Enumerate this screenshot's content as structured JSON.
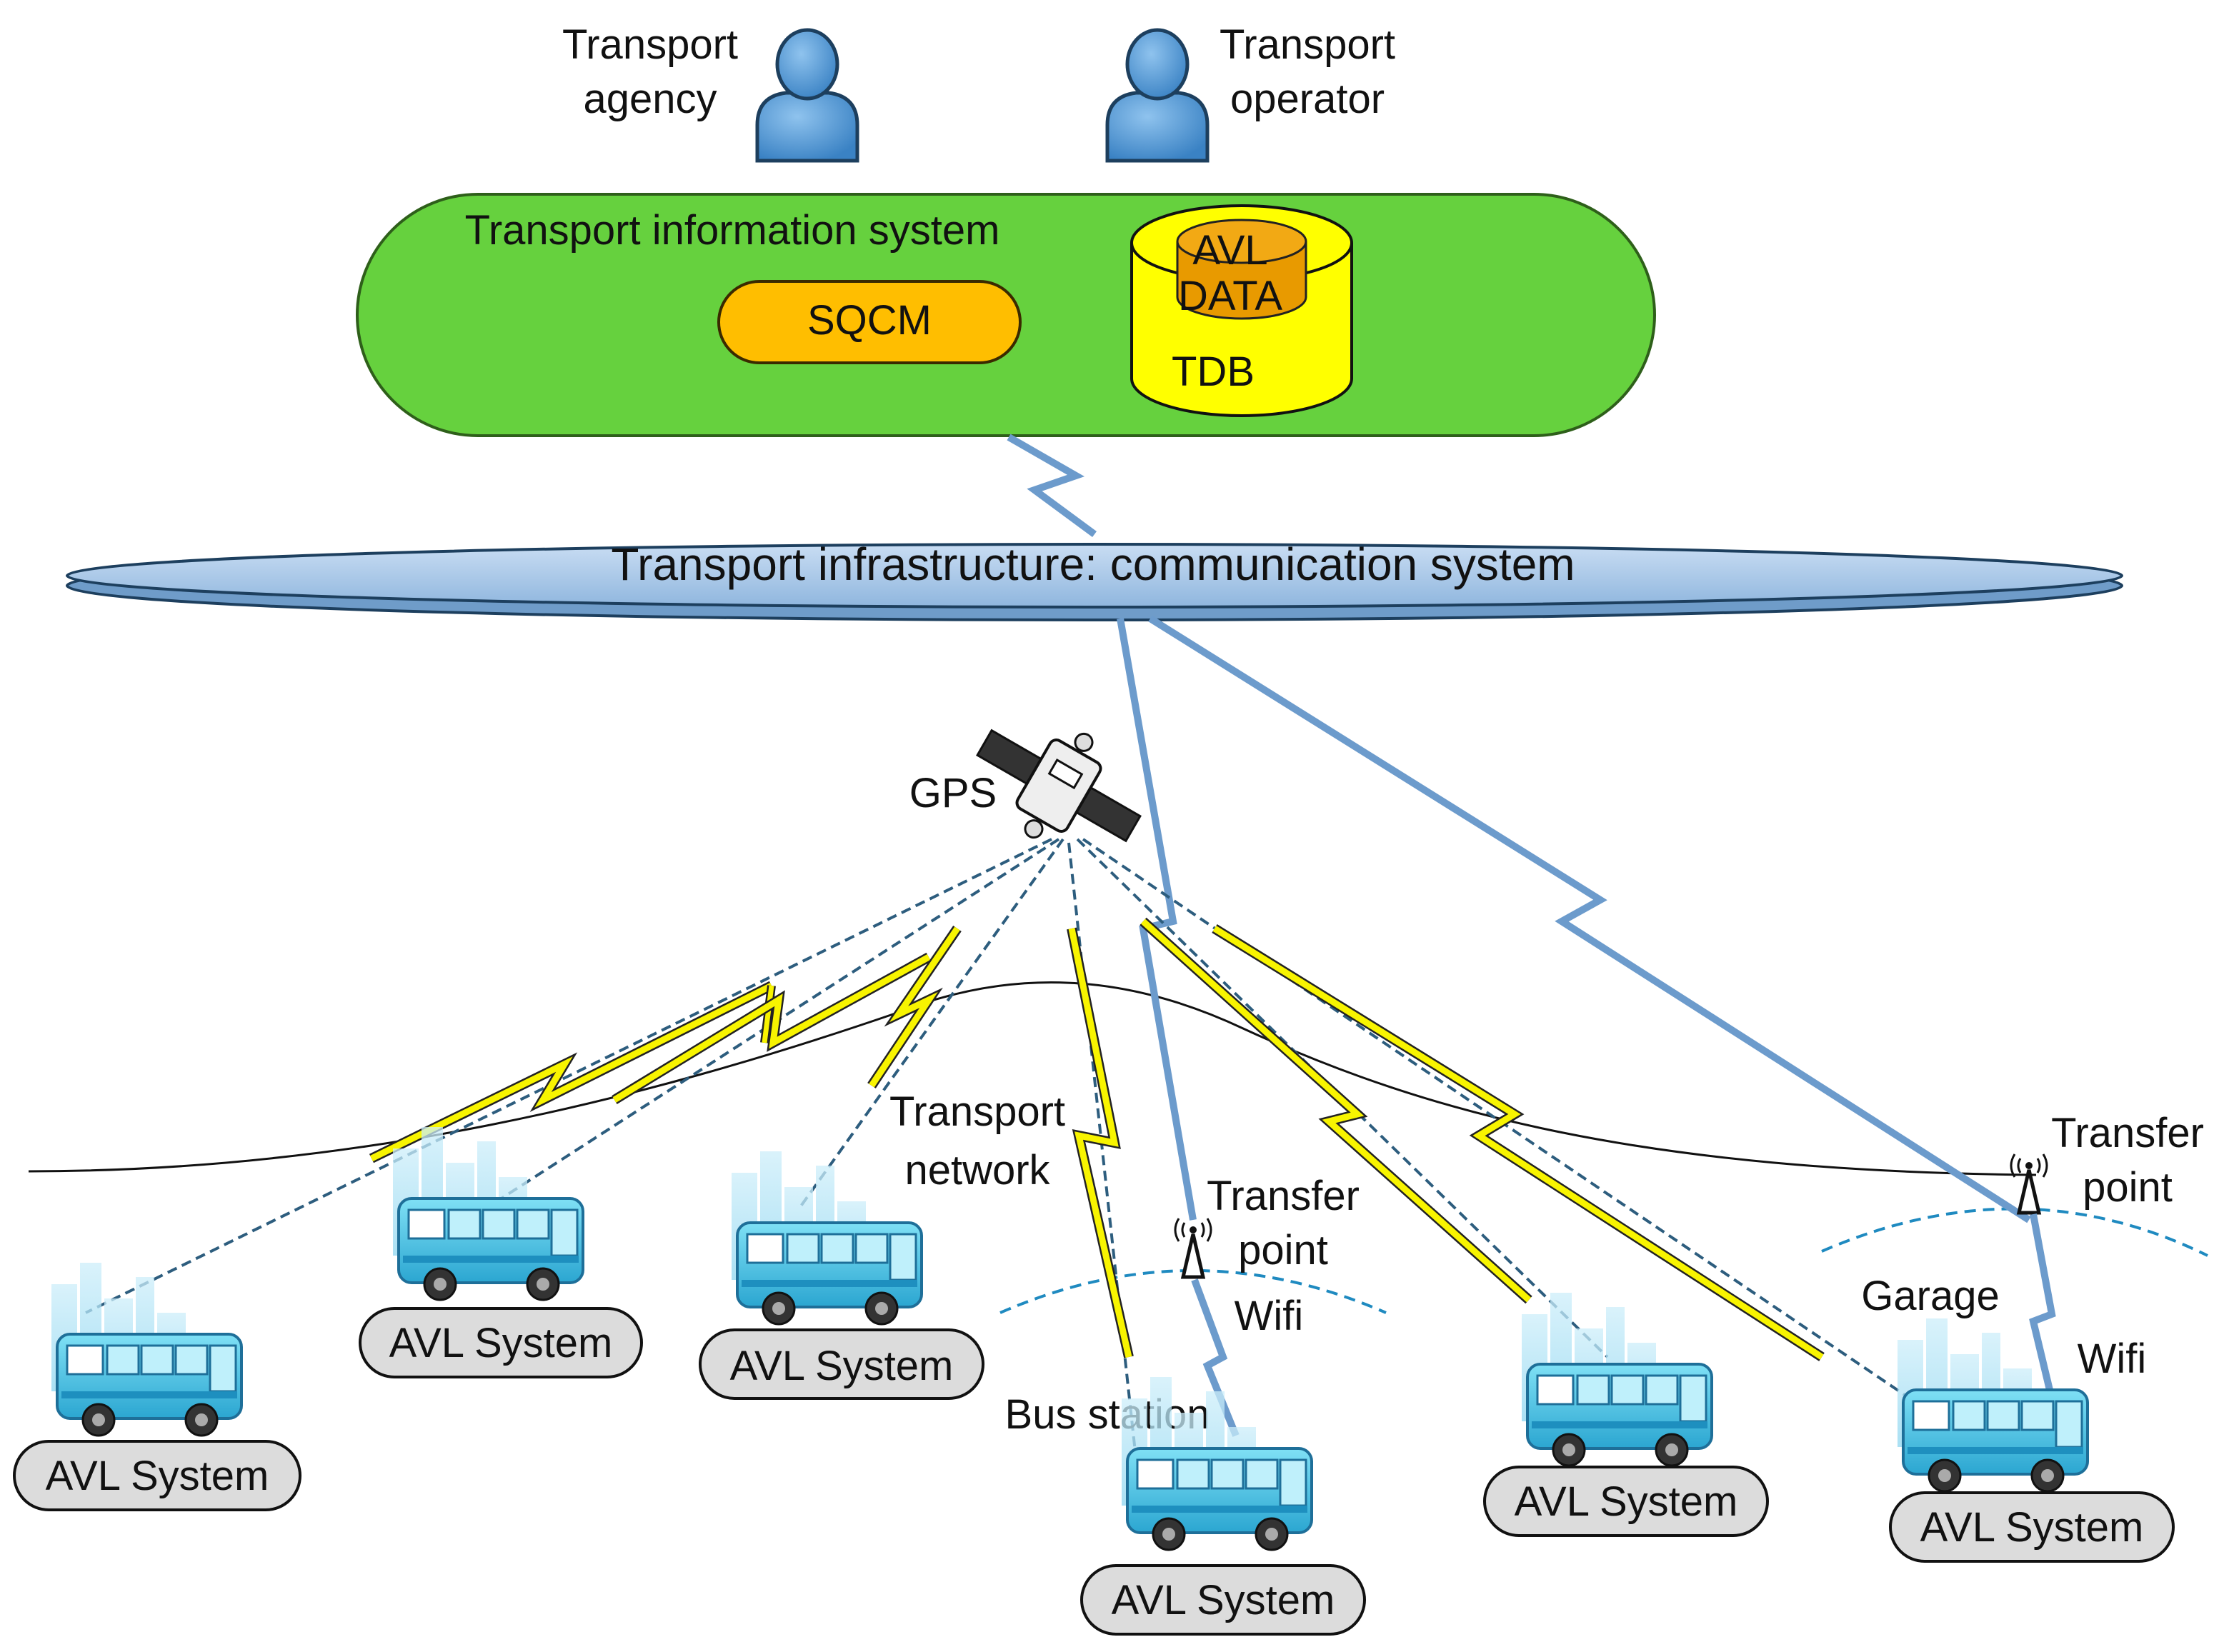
{
  "actors": {
    "agency": [
      "Transport",
      "agency"
    ],
    "operator": [
      "Transport",
      "operator"
    ]
  },
  "tis": {
    "title": "Transport information system",
    "sqcm": "SQCM",
    "avl_data": [
      "AVL",
      "DATA"
    ],
    "tdb": "TDB"
  },
  "infrastructure": {
    "title": "Transport infrastructure: communication system"
  },
  "gps": "GPS",
  "transport_network": [
    "Transport",
    "network"
  ],
  "transfer_point_1": [
    "Transfer",
    "point"
  ],
  "transfer_point_2": [
    "Transfer",
    "point"
  ],
  "wifi_1": "Wifi",
  "wifi_2": "Wifi",
  "bus_station": "Bus station",
  "garage": "Garage",
  "avl_systems": [
    "AVL System",
    "AVL System",
    "AVL System",
    "AVL System",
    "AVL System",
    "AVL System"
  ],
  "colors": {
    "tis_fill": "#66d13e",
    "sqcm_fill": "#ffbe00",
    "tdb_fill": "#ffff00",
    "avl_data_fill": "#e89a00",
    "infra_fill": "#a9c9ea",
    "link_blue": "#6c9bcc",
    "link_yellow": "#f8f400",
    "pill_fill": "#dcdcdc"
  }
}
